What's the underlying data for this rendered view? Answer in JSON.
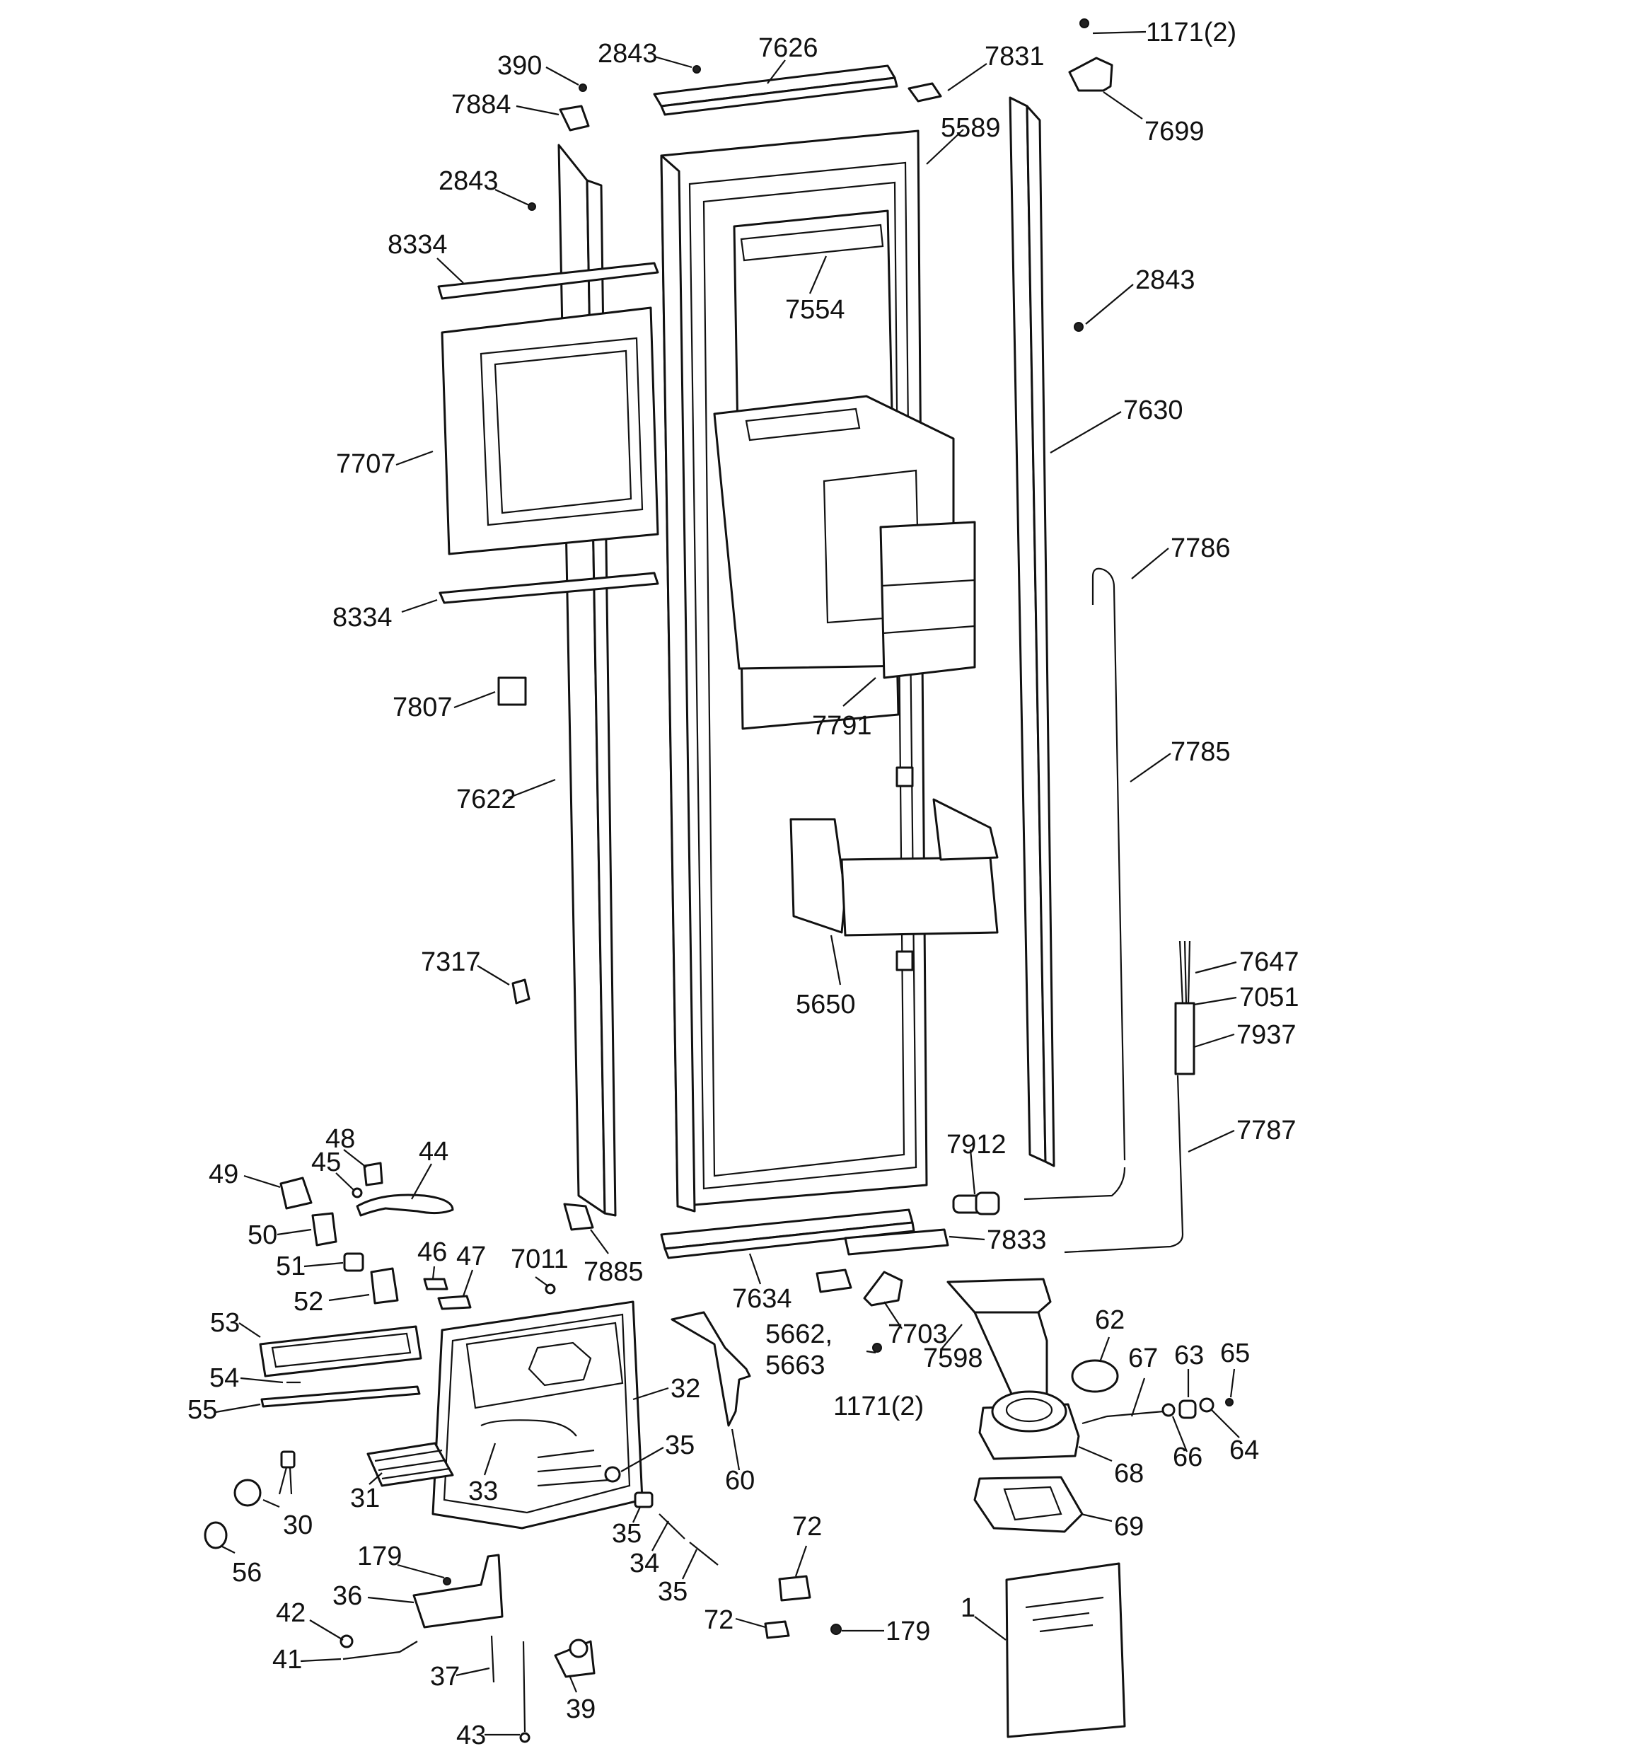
{
  "callouts": [
    {
      "id": "c1171a",
      "text": "1171(2)"
    },
    {
      "id": "c390",
      "text": "390"
    },
    {
      "id": "c2843a",
      "text": "2843"
    },
    {
      "id": "c7626",
      "text": "7626"
    },
    {
      "id": "c7831",
      "text": "7831"
    },
    {
      "id": "c7884",
      "text": "7884"
    },
    {
      "id": "c7699",
      "text": "7699"
    },
    {
      "id": "c5589",
      "text": "5589"
    },
    {
      "id": "c2843b",
      "text": "2843"
    },
    {
      "id": "c8334a",
      "text": "8334"
    },
    {
      "id": "c7554",
      "text": "7554"
    },
    {
      "id": "c2843c",
      "text": "2843"
    },
    {
      "id": "c7630",
      "text": "7630"
    },
    {
      "id": "c7707",
      "text": "7707"
    },
    {
      "id": "c7786",
      "text": "7786"
    },
    {
      "id": "c8334b",
      "text": "8334"
    },
    {
      "id": "c7807",
      "text": "7807"
    },
    {
      "id": "c7791",
      "text": "7791"
    },
    {
      "id": "c7785",
      "text": "7785"
    },
    {
      "id": "c7622",
      "text": "7622"
    },
    {
      "id": "c7317",
      "text": "7317"
    },
    {
      "id": "c7647",
      "text": "7647"
    },
    {
      "id": "c7051",
      "text": "7051"
    },
    {
      "id": "c5650",
      "text": "5650"
    },
    {
      "id": "c7937",
      "text": "7937"
    },
    {
      "id": "c7787",
      "text": "7787"
    },
    {
      "id": "c7912",
      "text": "7912"
    },
    {
      "id": "c48",
      "text": "48"
    },
    {
      "id": "c45",
      "text": "45"
    },
    {
      "id": "c44",
      "text": "44"
    },
    {
      "id": "c49",
      "text": "49"
    },
    {
      "id": "c7833",
      "text": "7833"
    },
    {
      "id": "c50",
      "text": "50"
    },
    {
      "id": "c46",
      "text": "46"
    },
    {
      "id": "c47",
      "text": "47"
    },
    {
      "id": "c7011",
      "text": "7011"
    },
    {
      "id": "c7885",
      "text": "7885"
    },
    {
      "id": "c51",
      "text": "51"
    },
    {
      "id": "c7634",
      "text": "7634"
    },
    {
      "id": "c52",
      "text": "52"
    },
    {
      "id": "c62",
      "text": "62"
    },
    {
      "id": "c53",
      "text": "53"
    },
    {
      "id": "c5662",
      "text": "5662,"
    },
    {
      "id": "c7703",
      "text": "7703"
    },
    {
      "id": "c5663",
      "text": "5663"
    },
    {
      "id": "c7598",
      "text": "7598"
    },
    {
      "id": "c67",
      "text": "67"
    },
    {
      "id": "c63",
      "text": "63"
    },
    {
      "id": "c65",
      "text": "65"
    },
    {
      "id": "c54",
      "text": "54"
    },
    {
      "id": "c32",
      "text": "32"
    },
    {
      "id": "c1171b",
      "text": "1171(2)"
    },
    {
      "id": "c55",
      "text": "55"
    },
    {
      "id": "c35a",
      "text": "35"
    },
    {
      "id": "c64",
      "text": "64"
    },
    {
      "id": "c66",
      "text": "66"
    },
    {
      "id": "c60",
      "text": "60"
    },
    {
      "id": "c68",
      "text": "68"
    },
    {
      "id": "c31",
      "text": "31"
    },
    {
      "id": "c33",
      "text": "33"
    },
    {
      "id": "c30",
      "text": "30"
    },
    {
      "id": "c35b",
      "text": "35"
    },
    {
      "id": "c72a",
      "text": "72"
    },
    {
      "id": "c69",
      "text": "69"
    },
    {
      "id": "c179a",
      "text": "179"
    },
    {
      "id": "c34",
      "text": "34"
    },
    {
      "id": "c56",
      "text": "56"
    },
    {
      "id": "c36",
      "text": "36"
    },
    {
      "id": "c35c",
      "text": "35"
    },
    {
      "id": "c1",
      "text": "1"
    },
    {
      "id": "c42",
      "text": "42"
    },
    {
      "id": "c72b",
      "text": "72"
    },
    {
      "id": "c179b",
      "text": "179"
    },
    {
      "id": "c41",
      "text": "41"
    },
    {
      "id": "c37",
      "text": "37"
    },
    {
      "id": "c39",
      "text": "39"
    },
    {
      "id": "c43",
      "text": "43"
    }
  ]
}
